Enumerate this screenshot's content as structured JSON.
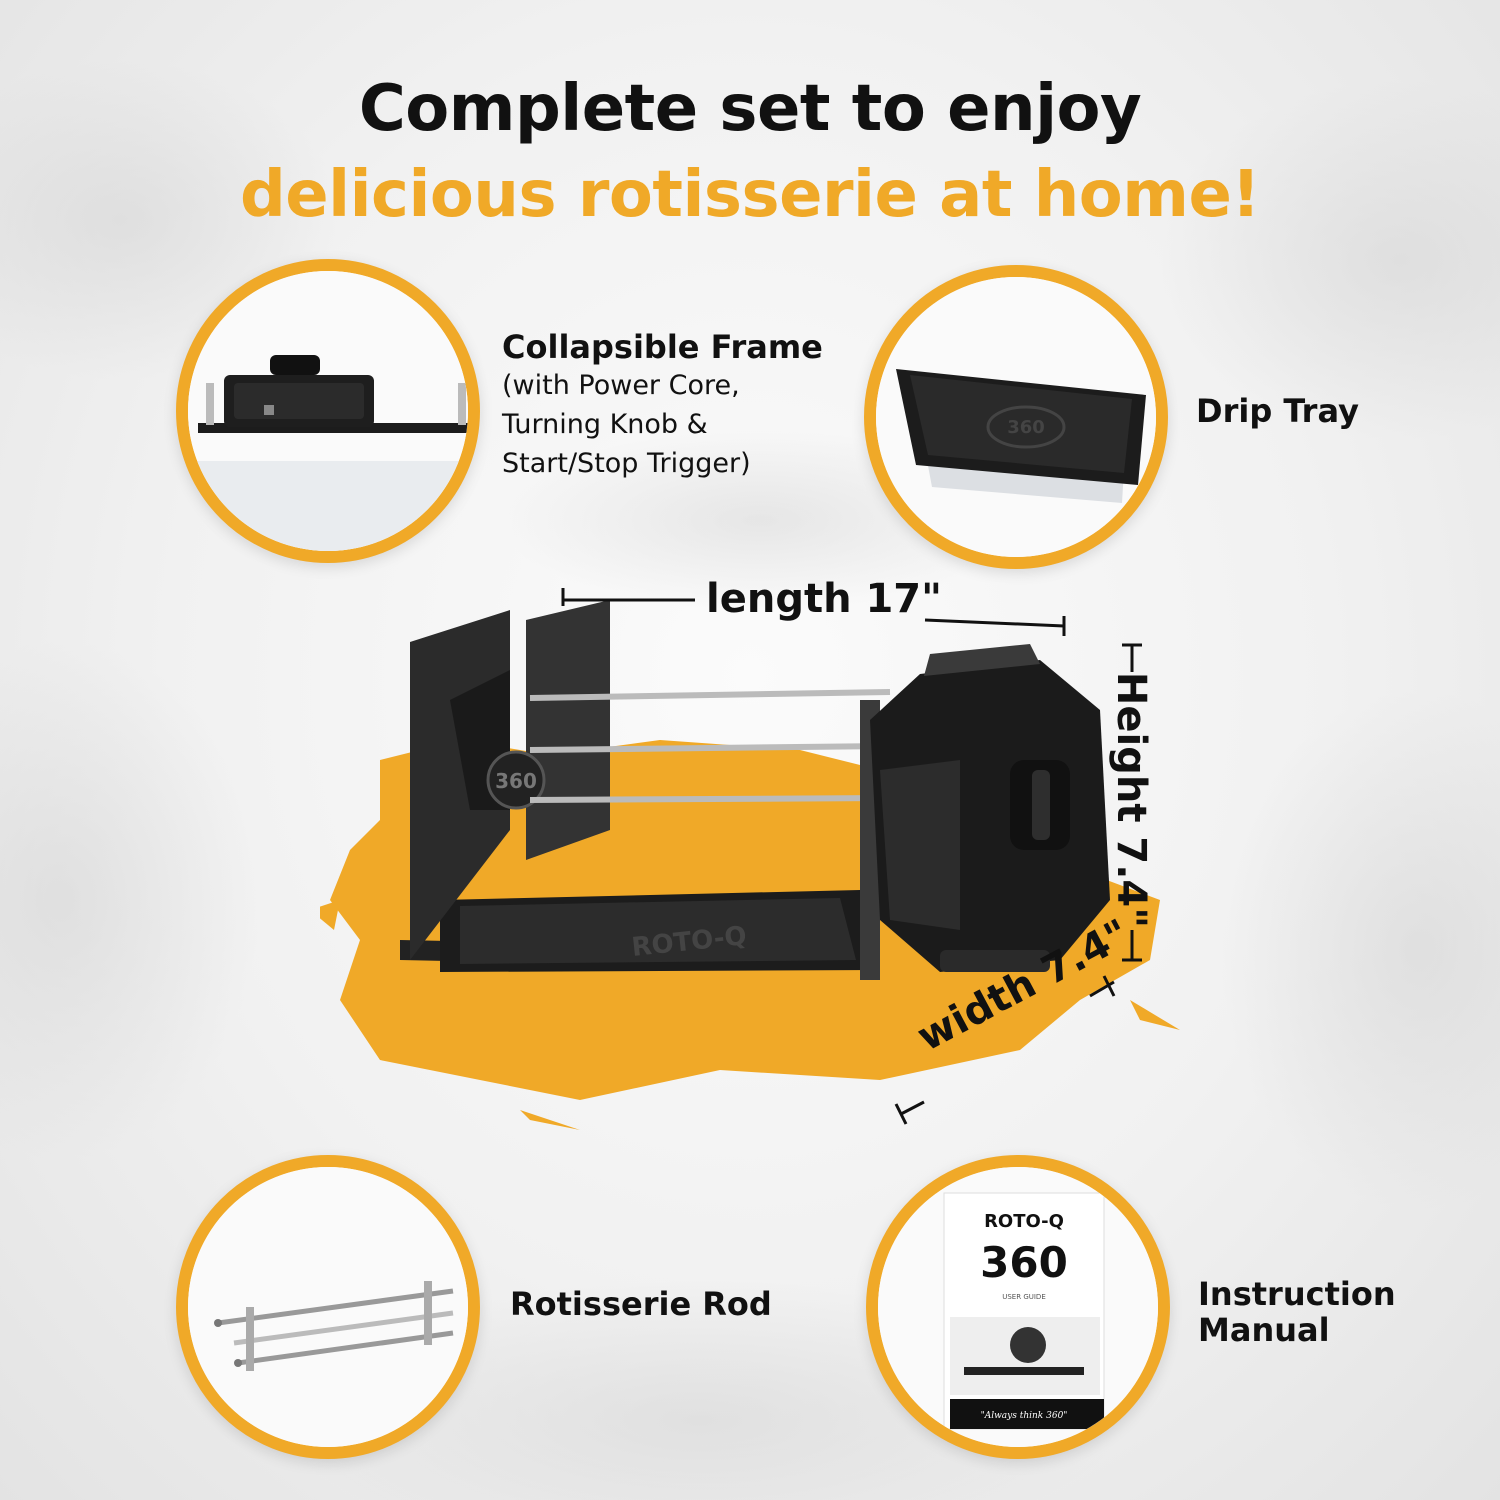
{
  "headline": {
    "line1": "Complete set to enjoy",
    "line2": "delicious rotisserie at home!"
  },
  "colors": {
    "accent": "#f0a928",
    "text": "#111111",
    "product": "#1c1c1c"
  },
  "components": {
    "frame": {
      "title": "Collapsible Frame",
      "details": "(with Power Core,\nTurning Knob &\nStart/Stop Trigger)"
    },
    "tray": {
      "title": "Drip Tray"
    },
    "rod": {
      "title": "Rotisserie Rod"
    },
    "manual": {
      "title": "Instruction\nManual",
      "cover_brand_top": "ROTO-Q",
      "cover_brand_num": "360",
      "cover_guide": "USER GUIDE",
      "cover_tagline": "\"Always think 360\""
    }
  },
  "dimensions": {
    "length": "length 17\"",
    "height": "Height 7.4\"",
    "width": "width 7.4\""
  },
  "product_logo": "ROTO-Q 360"
}
